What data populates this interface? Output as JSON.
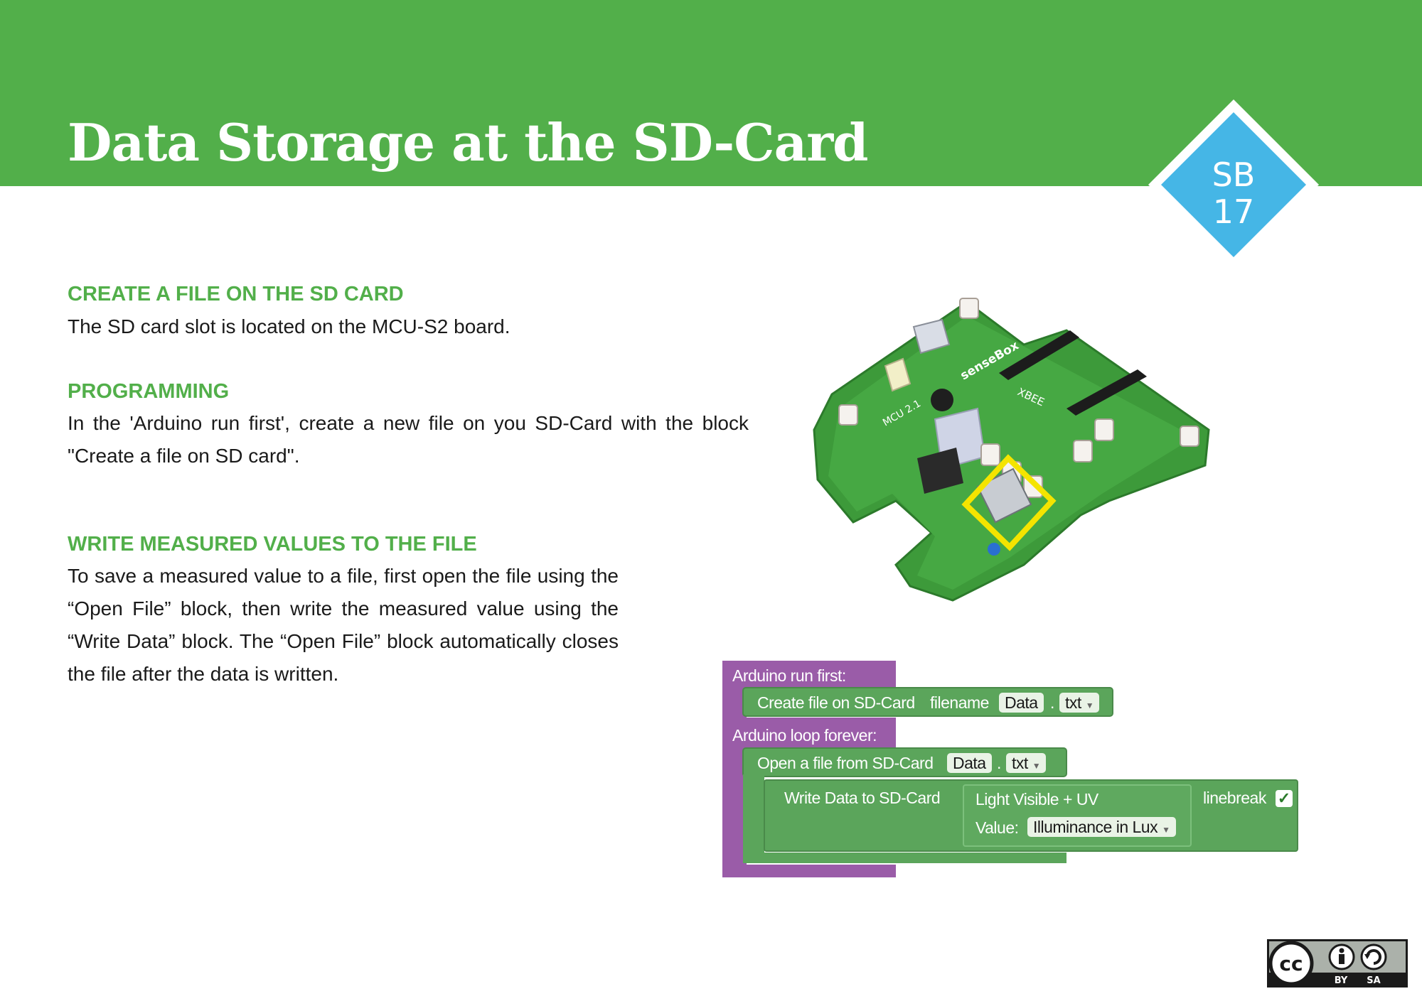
{
  "header": {
    "title": "Data Storage at the SD-Card"
  },
  "badge": {
    "line1": "SB",
    "line2": "17"
  },
  "sections": {
    "create": {
      "heading": "CREATE A FILE ON THE SD CARD",
      "text": "The SD card slot is located on the MCU-S2 board."
    },
    "programming": {
      "heading": "PROGRAMMING",
      "text": "In the 'Arduino run first', create a new file on you SD-Card with the block \"Create a file on SD card\"."
    },
    "write": {
      "heading": "WRITE MEASURED VALUES TO THE FILE",
      "text": "To save a measured value to a file, first open the file using the “Open File” block, then write the measured value using the “Write Data” block. The “Open File” block automatically closes the file after the data is written."
    }
  },
  "board": {
    "labels": {
      "xbee": "XBEE",
      "brand": "senseBox",
      "mcu": "MCU 2.1"
    }
  },
  "blocks": {
    "run_first": "Arduino run first:",
    "create_file": "Create file on SD-Card",
    "filename_label": "filename",
    "filename_value": "Data",
    "dot": ".",
    "ext_value": "txt",
    "loop_forever": "Arduino loop forever:",
    "open_file": "Open a file from SD-Card",
    "open_filename": "Data",
    "open_ext": "txt",
    "write_data": "Write Data to SD-Card",
    "sensor": "Light Visible + UV",
    "value_label": "Value:",
    "value_option": "Illuminance in Lux",
    "linebreak_label": "linebreak",
    "linebreak_checked": true,
    "colors": {
      "control": "#9a5ca8",
      "sd": "#5ba55b",
      "field": "#e9f3e6"
    }
  },
  "license": {
    "cc": "cc",
    "by": "BY",
    "sa": "SA"
  },
  "colors": {
    "accent_green": "#52af4a",
    "badge_blue": "#45b6e6",
    "highlight_yellow": "#f4e400"
  }
}
